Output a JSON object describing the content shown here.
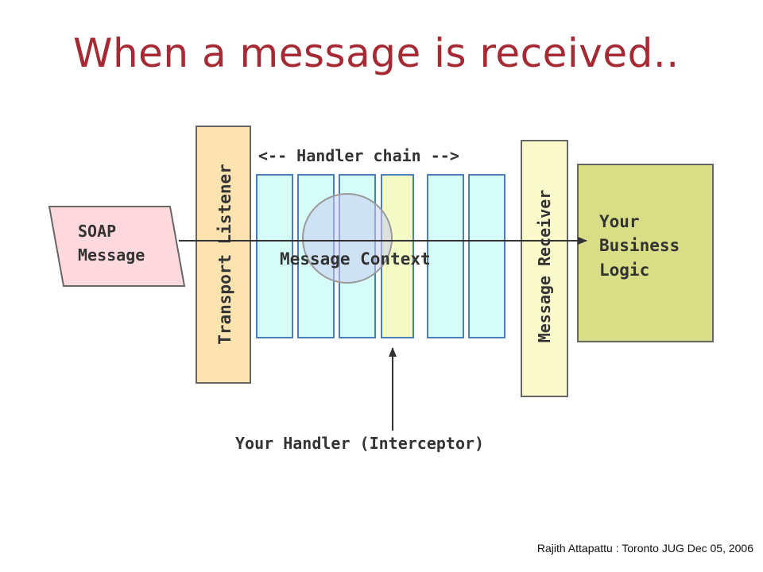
{
  "slide": {
    "title": "When a message is received..",
    "footer": "Rajith Attapattu : Toronto JUG Dec 05, 2006"
  },
  "diagram": {
    "soap_message": [
      "SOAP",
      "Message"
    ],
    "transport_listener": "Transport Listener",
    "handler_chain": "<-- Handler chain -->",
    "message_context": "Message Context",
    "message_receiver": "Message Receiver",
    "business_logic": [
      "Your",
      "Business",
      "Logic"
    ],
    "your_handler": "Your Handler (Interceptor)",
    "colors": {
      "title": "#a52a34",
      "soap_fill": "#ffd9dd",
      "transport_fill": "#fde3b0",
      "handler_fill": "#d6fcf8",
      "interceptor_fill": "#f5fbc6",
      "receiver_fill": "#fbfacd",
      "business_fill": "#d8de86",
      "context_circle": "#c9ccf0"
    }
  }
}
